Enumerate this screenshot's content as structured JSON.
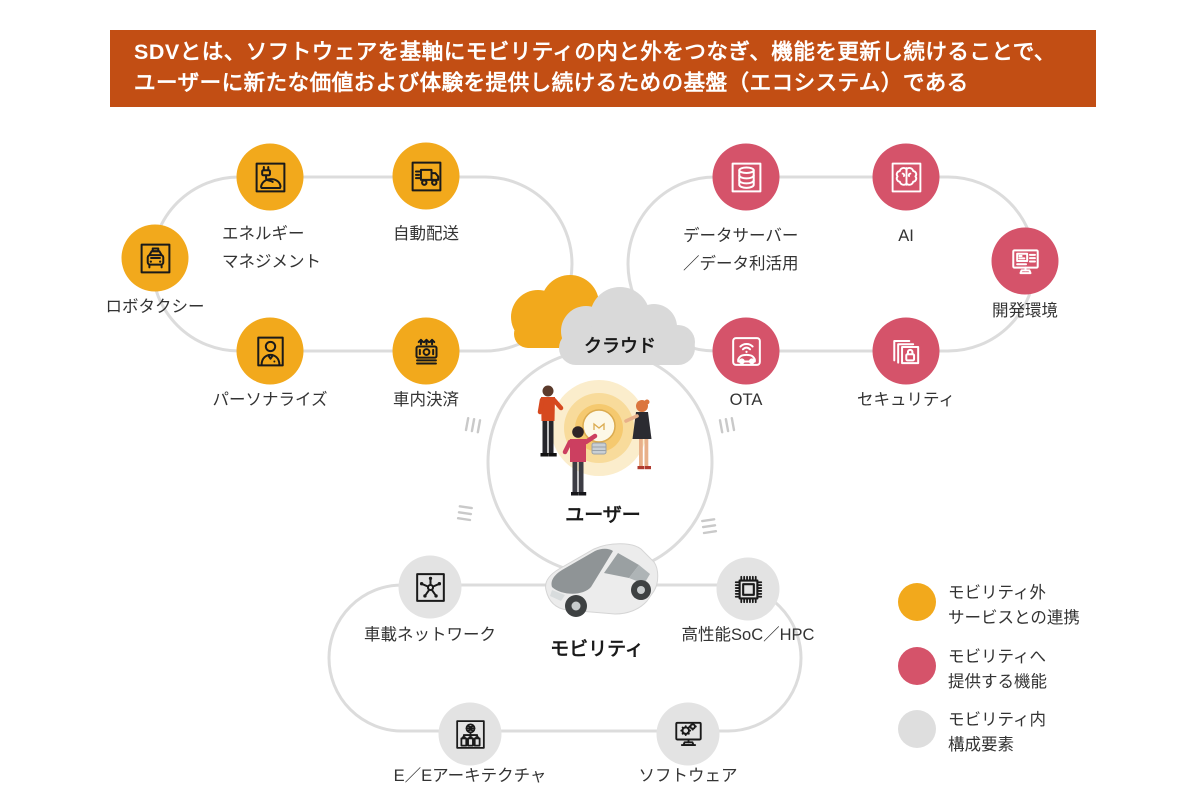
{
  "banner": {
    "text": "SDVとは、ソフトウェアを基軸にモビリティの内と外をつなぎ、機能を更新し続けることで、\nユーザーに新たな価値および体験を提供し続けるための基盤（エコシステム）である"
  },
  "center": {
    "cloud_label": "クラウド",
    "user_label": "ユーザー",
    "mobility_label": "モビリティ"
  },
  "nodes": {
    "robotaxi": {
      "label": "ロボタクシー",
      "icon": "taxi-icon",
      "group": "outside-service"
    },
    "energy": {
      "label": "エネルギー\nマネジメント",
      "icon": "ev-plug-icon",
      "group": "outside-service"
    },
    "delivery": {
      "label": "自動配送",
      "icon": "delivery-truck-icon",
      "group": "outside-service"
    },
    "personalize": {
      "label": "パーソナライズ",
      "icon": "person-icon",
      "group": "outside-service"
    },
    "payment": {
      "label": "車内決済",
      "icon": "money-icon",
      "group": "outside-service"
    },
    "dataserver": {
      "label": "データサーバー\n／データ利活用",
      "icon": "database-icon",
      "group": "provided-function"
    },
    "ai": {
      "label": "AI",
      "icon": "brain-icon",
      "group": "provided-function"
    },
    "devenv": {
      "label": "開発環境",
      "icon": "dev-monitor-icon",
      "group": "provided-function"
    },
    "ota": {
      "label": "OTA",
      "icon": "car-wifi-icon",
      "group": "provided-function"
    },
    "security": {
      "label": "セキュリティ",
      "icon": "lock-icon",
      "group": "provided-function"
    },
    "network": {
      "label": "車載ネットワーク",
      "icon": "network-icon",
      "group": "inside-component"
    },
    "soc": {
      "label": "高性能SoC／HPC",
      "icon": "chip-icon",
      "group": "inside-component"
    },
    "ee": {
      "label": "E／Eアーキテクチャ",
      "icon": "ee-architecture-icon",
      "group": "inside-component"
    },
    "software": {
      "label": "ソフトウェア",
      "icon": "software-monitor-icon",
      "group": "inside-component"
    }
  },
  "legend": {
    "items": [
      {
        "label": "モビリティ外\nサービスとの連携",
        "color": "#F2A91C"
      },
      {
        "label": "モビリティへ\n提供する機能",
        "color": "#D5536A"
      },
      {
        "label": "モビリティ内\n構成要素",
        "color": "#DEDEDE"
      }
    ]
  },
  "colors": {
    "banner_bg": "#C24E14",
    "outside_service": "#F2A91C",
    "provided_function": "#D5536A",
    "inside_component": "#E3E3E3",
    "loop_stroke": "#DCDCDC",
    "cloud_gray": "#D9D9D9"
  }
}
